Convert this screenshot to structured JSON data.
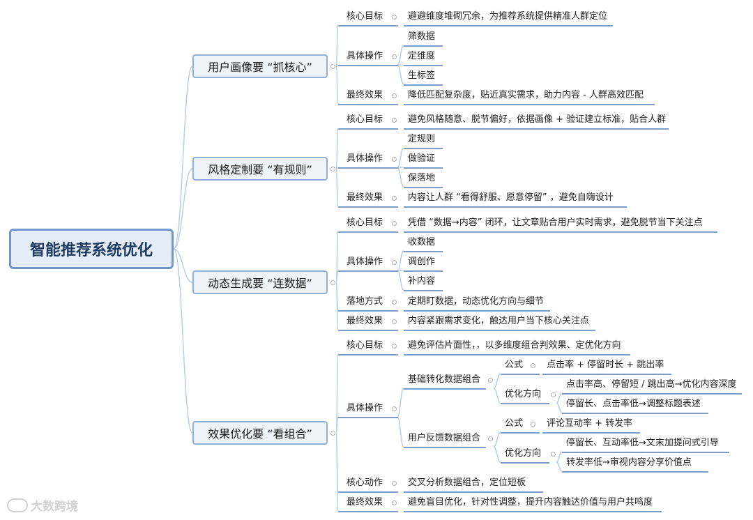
{
  "title": "智能推荐系统优化",
  "watermark": "大数跨境",
  "branches": [
    {
      "label": "用户画像要 “抓核心”",
      "items": [
        {
          "label": "核心目标",
          "value": "避避维度堆砌冗余，为推荐系统提供精准人群定位"
        },
        {
          "label": "具体操作",
          "children": [
            "筛数据",
            "定维度",
            "生标签"
          ]
        },
        {
          "label": "最终效果",
          "value": "降低匹配复杂度，贴近真实需求，助力内容 - 人群高效匹配"
        }
      ]
    },
    {
      "label": "风格定制要 “有规则”",
      "items": [
        {
          "label": "核心目标",
          "value": "避免风格随意、脱节偏好，依据画像 + 验证建立标准，贴合人群"
        },
        {
          "label": "具体操作",
          "children": [
            "定规则",
            "做验证",
            "保落地"
          ]
        },
        {
          "label": "最终效果",
          "value": "内容让人群 “看得舒服、愿意停留” ，避免自嗨设计"
        }
      ]
    },
    {
      "label": "动态生成要 “连数据”",
      "items": [
        {
          "label": "核心目标",
          "value": "凭借 “数据→内容” 闭环，让文章贴合用户实时需求，避免脱节当下关注点"
        },
        {
          "label": "具体操作",
          "children": [
            "收数据",
            "调创作",
            "补内容"
          ]
        },
        {
          "label": "落地方式",
          "value": "定期盯数据，动态优化方向与细节"
        },
        {
          "label": "最终效果",
          "value": "内容紧跟需求变化，触达用户当下核心关注点"
        }
      ]
    },
    {
      "label": "效果优化要 “看组合”",
      "items": [
        {
          "label": "核心目标",
          "value": "避免评估片面性，，以多维度组合判效果、定优化方向"
        },
        {
          "label": "具体操作",
          "groups": [
            {
              "label": "基础转化数据组合",
              "formula_label": "公式",
              "formula": "点击率 + 停留时长 + 跳出率",
              "direction_label": "优化方向",
              "directions": [
                "点击率高、停留短 / 跳出高→优化内容深度",
                "停留长、点击率低→调整标题表述"
              ]
            },
            {
              "label": "用户反馈数据组合",
              "formula_label": "公式",
              "formula": "评论互动率 + 转发率",
              "direction_label": "优化方向",
              "directions": [
                "停留长、互动率低→文末加提问式引导",
                "转发率低→审视内容分享价值点"
              ]
            }
          ]
        },
        {
          "label": "核心动作",
          "value": "交叉分析数据组合，定位短板"
        },
        {
          "label": "最终效果",
          "value": "避免盲目优化，针对性调整，提升内容触达价值与用户共鸣度"
        }
      ]
    }
  ]
}
